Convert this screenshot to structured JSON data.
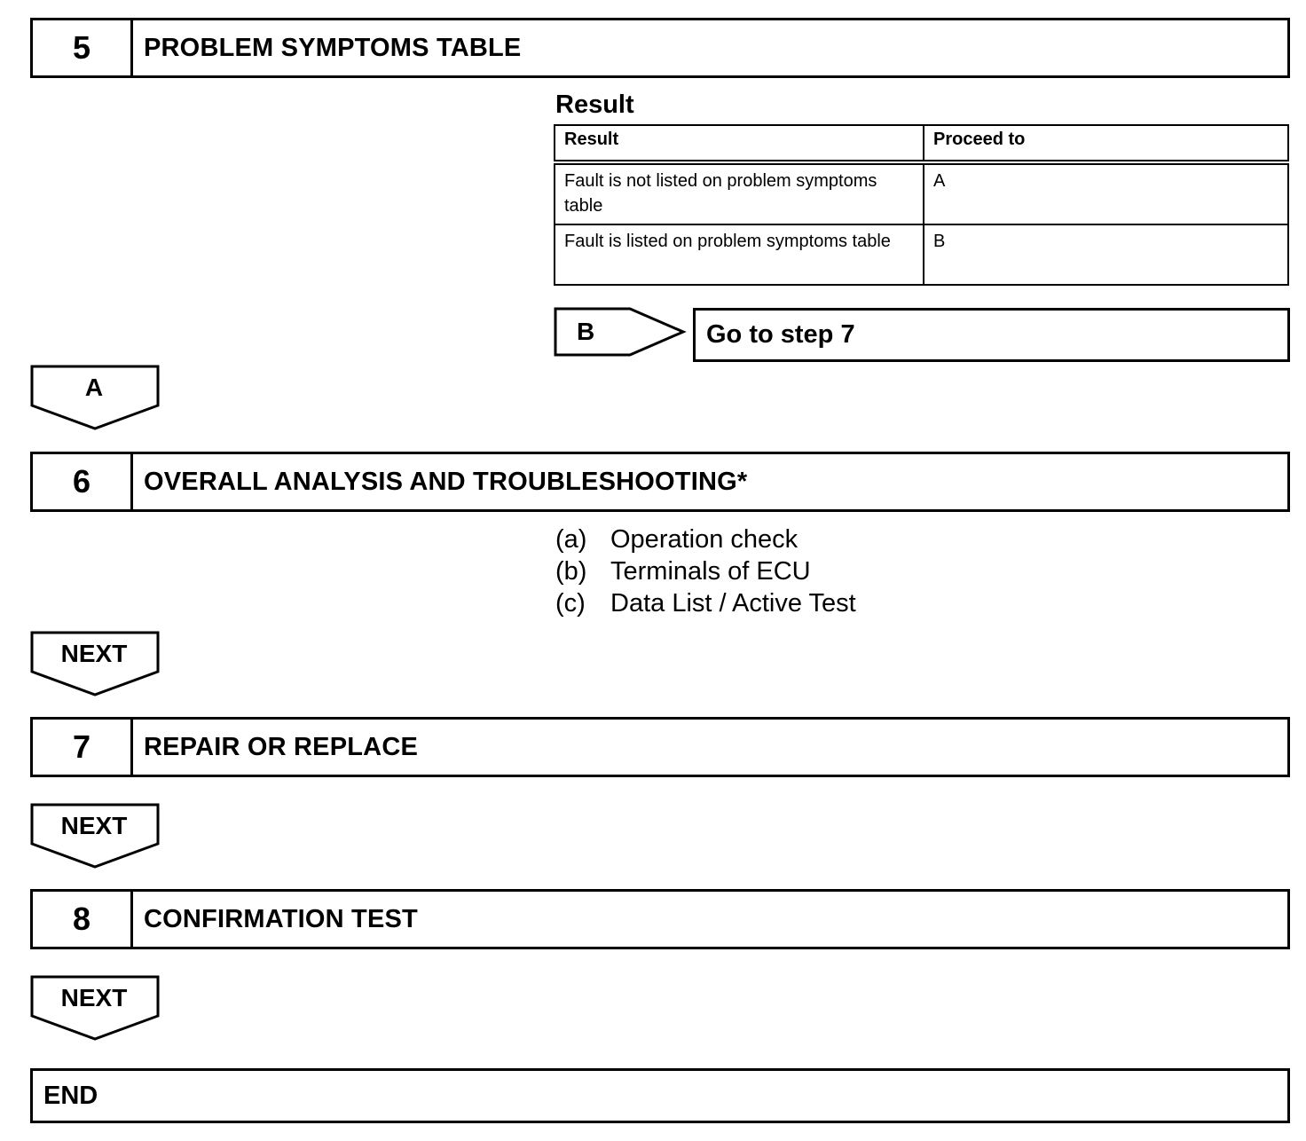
{
  "steps": [
    {
      "number": "5",
      "title": "PROBLEM SYMPTOMS TABLE"
    },
    {
      "number": "6",
      "title": "OVERALL ANALYSIS AND TROUBLESHOOTING*"
    },
    {
      "number": "7",
      "title": "REPAIR OR REPLACE"
    },
    {
      "number": "8",
      "title": "CONFIRMATION TEST"
    }
  ],
  "result_section": {
    "heading": "Result",
    "columns": [
      "Result",
      "Proceed to"
    ],
    "rows": [
      {
        "result": "Fault is not listed on problem symptoms table",
        "proceed": "A"
      },
      {
        "result": "Fault is listed on problem symptoms table",
        "proceed": "B"
      }
    ]
  },
  "branch": {
    "label": "B",
    "target": "Go to step 7"
  },
  "arrows": {
    "a": "A",
    "next": "NEXT"
  },
  "checks": [
    {
      "letter": "(a)",
      "text": "Operation check"
    },
    {
      "letter": "(b)",
      "text": "Terminals of ECU"
    },
    {
      "letter": "(c)",
      "text": "Data List / Active Test"
    }
  ],
  "end": "END"
}
